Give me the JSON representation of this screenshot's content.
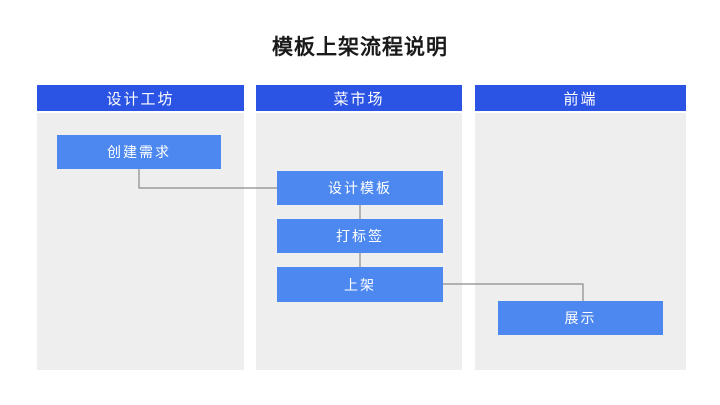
{
  "page": {
    "title": "模板上架流程说明"
  },
  "lanes": [
    {
      "label": "设计工坊",
      "nodes": [
        {
          "label": "创建需求"
        }
      ]
    },
    {
      "label": "菜市场",
      "nodes": [
        {
          "label": "设计模板"
        },
        {
          "label": "打标签"
        },
        {
          "label": "上架"
        }
      ]
    },
    {
      "label": "前端",
      "nodes": [
        {
          "label": "展示"
        }
      ]
    }
  ],
  "flow_edges": [
    {
      "from": "创建需求",
      "to": "设计模板"
    },
    {
      "from": "设计模板",
      "to": "打标签"
    },
    {
      "from": "打标签",
      "to": "上架"
    },
    {
      "from": "上架",
      "to": "展示"
    }
  ],
  "colors": {
    "lane_header": "#2b54e4",
    "node_fill": "#4d88f0",
    "lane_body": "#eeeeee",
    "connector": "#8c8c8c",
    "title_text": "#1a1a1a",
    "node_text": "#ffffff"
  }
}
